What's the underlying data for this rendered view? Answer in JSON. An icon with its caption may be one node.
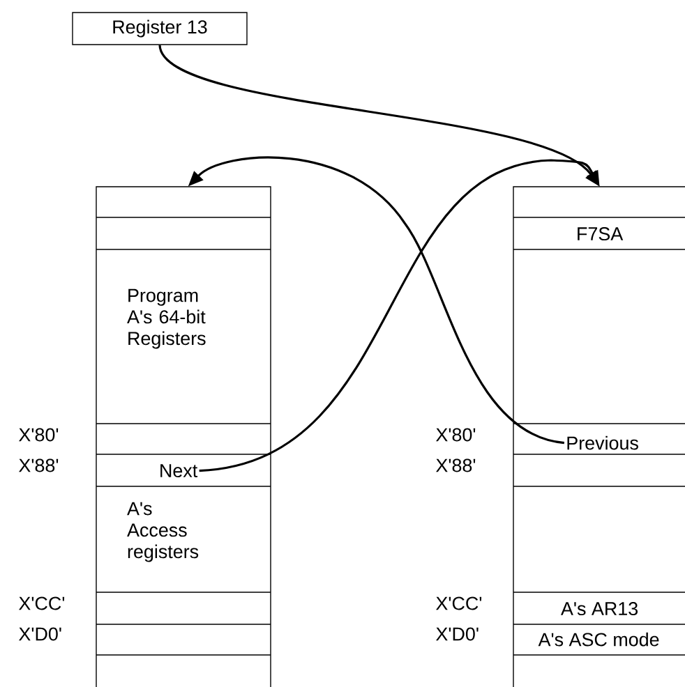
{
  "diagram": {
    "nodes": [
      {
        "text": [
          "Register 13"
        ]
      },
      {
        "text": [],
        "shape": "box"
      },
      {
        "text": [
          "Program A's 64-bit Registers"
        ],
        "in": 1
      },
      {
        "text": [
          "Next"
        ],
        "in": 1
      },
      {
        "text": [
          "A's Access registers"
        ],
        "in": 1
      },
      {
        "text": [],
        "shape": "box"
      },
      {
        "text": [
          "F7SA"
        ],
        "in": 5
      },
      {
        "text": [
          "Previous"
        ],
        "in": 5
      },
      {
        "text": [
          "A's AR13"
        ],
        "in": 5
      },
      {
        "text": [
          "A's ASC mode"
        ],
        "in": 5
      }
    ],
    "edges": [
      {
        "from": 0,
        "to": 5,
        "arrow": "to"
      },
      {
        "from": 3,
        "to": 5,
        "arrow": "to"
      },
      {
        "from": 7,
        "to": 1,
        "arrow": "to"
      }
    ],
    "labels": [
      "X'80'",
      "X'88'",
      "X'CC'",
      "X'D0'",
      "X'80'",
      "X'88'",
      "X'CC'",
      "X'D0'"
    ]
  }
}
